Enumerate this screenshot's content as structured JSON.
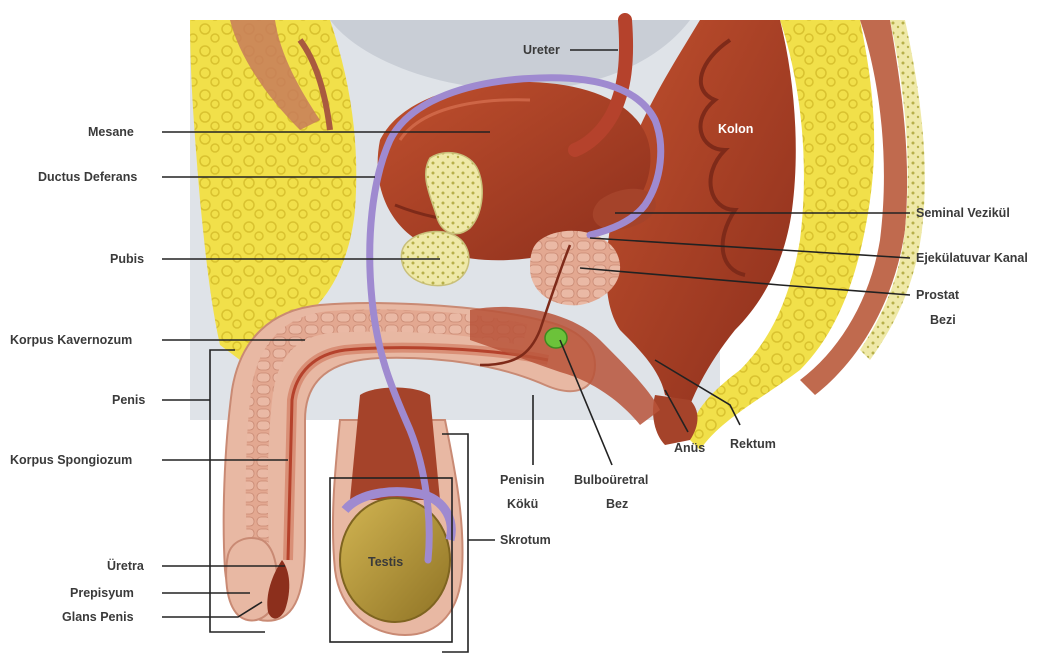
{
  "labels": {
    "ureter": "Ureter",
    "mesane": "Mesane",
    "ductus": "Ductus Deferans",
    "pubis": "Pubis",
    "korpus_kav": "Korpus Kavernozum",
    "penis": "Penis",
    "korpus_spong": "Korpus Spongiozum",
    "uretra": "Üretra",
    "prepisyum": "Prepisyum",
    "glans": "Glans Penis",
    "kolon": "Kolon",
    "seminal": "Seminal Vezikül",
    "ejek": "Ejekülatuvar Kanal",
    "prostat_1": "Prostat",
    "prostat_2": "Bezi",
    "rektum": "Rektum",
    "anus": "Anüs",
    "bulbo_1": "Bulboüretral",
    "bulbo_2": "Bez",
    "penisin_1": "Penisin",
    "penisin_2": "Kökü",
    "skrotum": "Skrotum",
    "testis": "Testis"
  },
  "colors": {
    "fat": "#f1e04a",
    "muscle": "#b5422c",
    "muscle_dark": "#7e2a19",
    "tissue": "#e3a891",
    "bone": "#efe9a8",
    "duct": "#9f8ad0",
    "gland": "#6cc23a",
    "testis": "#b8993a",
    "cavity": "#d8dde3"
  }
}
